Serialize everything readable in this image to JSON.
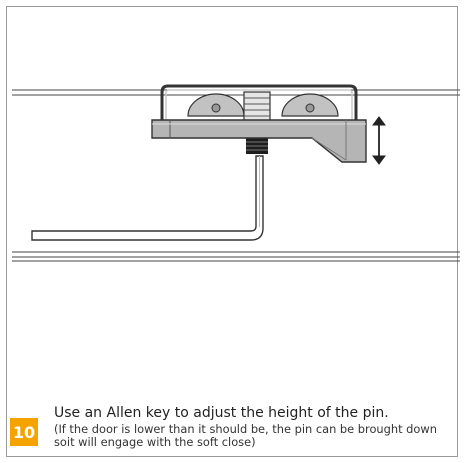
{
  "step": {
    "number": "10",
    "instruction": "Use an Allen key to adjust the height of the pin.",
    "note": "(If the door is lower than it should be, the pin can be brought down soit will engage with the soft close)"
  },
  "colors": {
    "badge": "#f4a300",
    "hardware": "#b5b5b5",
    "outline": "#333333"
  },
  "icons": [
    "height-adjust-arrow-icon",
    "allen-key-icon"
  ]
}
